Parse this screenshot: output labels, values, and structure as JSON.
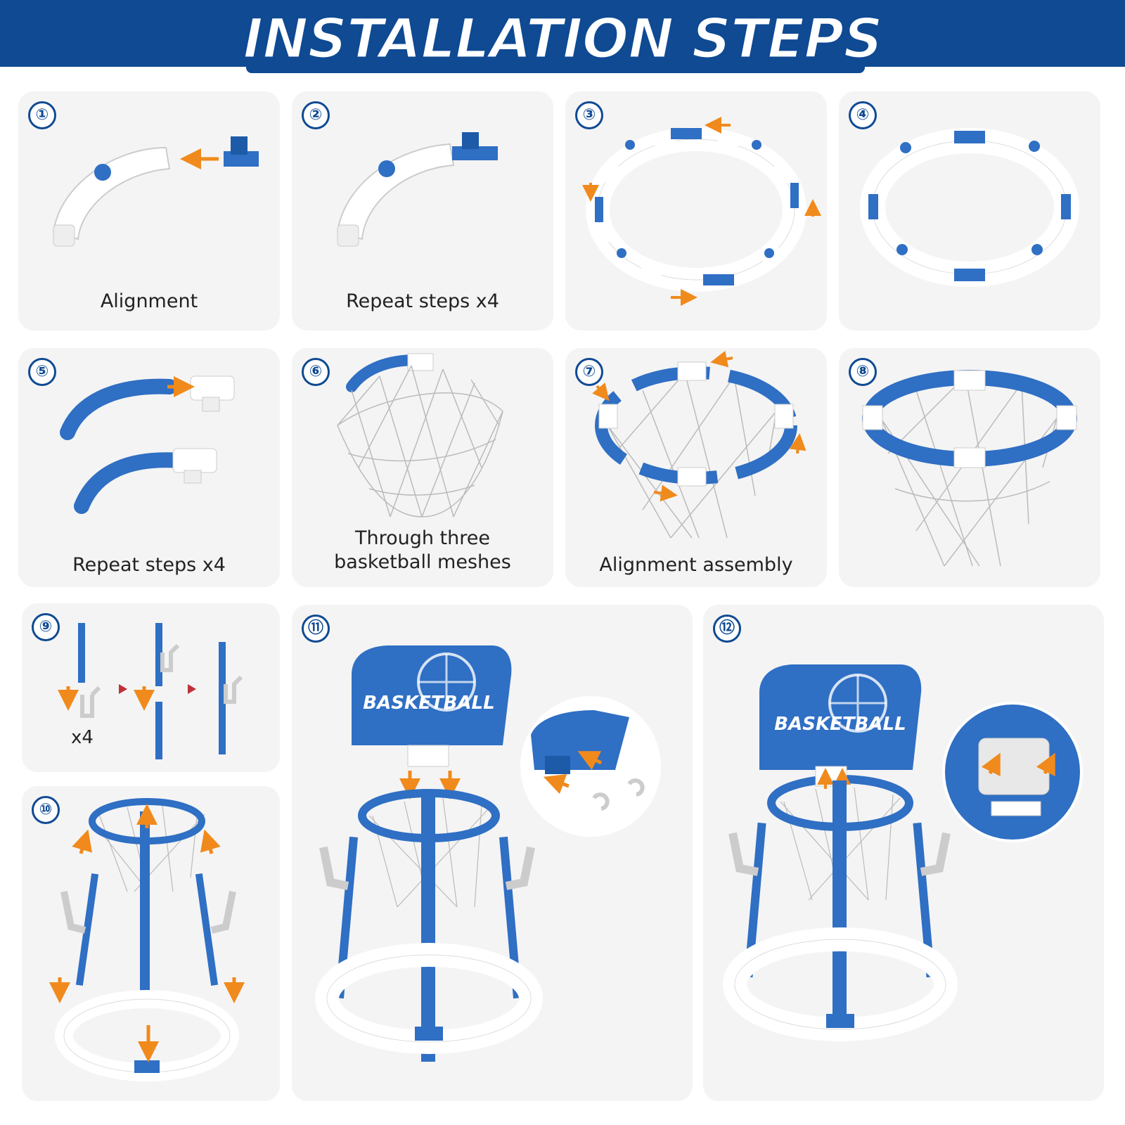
{
  "banner": {
    "title": "INSTALLATION STEPS"
  },
  "steps": [
    {
      "num": "①",
      "caption": "Alignment"
    },
    {
      "num": "②",
      "caption": "Repeat steps x4"
    },
    {
      "num": "③",
      "caption": ""
    },
    {
      "num": "④",
      "caption": ""
    },
    {
      "num": "⑤",
      "caption": "Repeat steps x4"
    },
    {
      "num": "⑥",
      "caption_line1": "Through three",
      "caption_line2": "basketball meshes"
    },
    {
      "num": "⑦",
      "caption": "Alignment assembly"
    },
    {
      "num": "⑧",
      "caption": ""
    },
    {
      "num": "⑨",
      "qty": "x4"
    },
    {
      "num": "⑩"
    },
    {
      "num": "⑪",
      "backboard_text": "BASKETBALL"
    },
    {
      "num": "⑫",
      "backboard_text": "BASKETBALL"
    }
  ],
  "colors": {
    "brand_blue": "#0f4a93",
    "part_blue": "#2f6fc4",
    "arrow_orange": "#f08a1c",
    "card_bg": "#f4f4f4"
  }
}
